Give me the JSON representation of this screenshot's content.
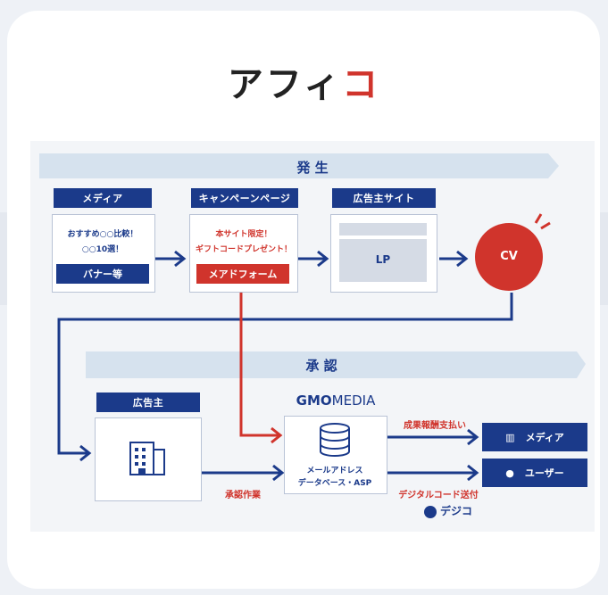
{
  "logo": {
    "text_main": "アフィ",
    "text_accent": "コ"
  },
  "diagram": {
    "phase_occur": "発 生",
    "phase_approve": "承 認",
    "media": {
      "header": "メディア",
      "line1": "おすすめ○○比較！",
      "line2": "○○10選！",
      "button": "バナー等"
    },
    "campaign": {
      "header": "キャンペーンページ",
      "line1": "本サイト限定！",
      "line2": "ギフトコードプレゼント！",
      "button": "メアドフォーム"
    },
    "advertiser_site": {
      "header": "広告主サイト",
      "lp": "LP"
    },
    "cv": "CV",
    "advertiser": {
      "header": "広告主"
    },
    "gmo": {
      "brand_gmo": "GMO",
      "brand_media": "MEDIA"
    },
    "database": {
      "line1": "メールアドレス",
      "line2": "データベース・ASP"
    },
    "labels": {
      "reward_payment": "成果報酬支払い",
      "approval_work": "承認作業",
      "digital_code": "デジタルコード送付"
    },
    "targets": {
      "media": "メディア",
      "user": "ユーザー"
    },
    "degico": "デジコ"
  },
  "colors": {
    "navy": "#1b3a8a",
    "red": "#d0342c",
    "band": "#d6e2ee"
  }
}
